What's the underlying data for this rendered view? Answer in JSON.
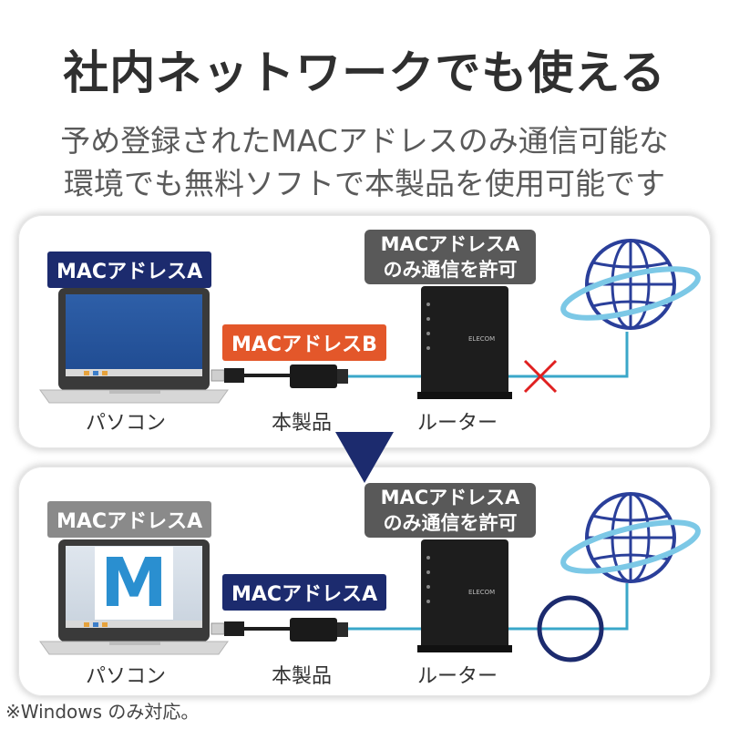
{
  "header": {
    "title": "社内ネットワークでも使える",
    "subtitle_line1": "予め登録されたMACアドレスのみ通信可能な",
    "subtitle_line2": "環境でも無料ソフトで本製品を使用可能です"
  },
  "panel_top": {
    "pc_mac_label": "MACアドレスA",
    "adapter_mac_label": "MACアドレスB",
    "router_label_line1": "MACアドレスA",
    "router_label_line2": "のみ通信を許可",
    "router_brand": "ELECOM",
    "pc_caption": "パソコン",
    "adapter_caption": "本製品",
    "router_caption": "ルーター",
    "result": "blocked"
  },
  "panel_bottom": {
    "pc_mac_label": "MACアドレスA",
    "adapter_mac_label": "MACアドレスA",
    "router_label_line1": "MACアドレスA",
    "router_label_line2": "のみ通信を許可",
    "router_brand": "ELECOM",
    "screen_letter": "M",
    "pc_caption": "パソコン",
    "adapter_caption": "本製品",
    "router_caption": "ルーター",
    "result": "allowed"
  },
  "footnote": "※Windows のみ対応。",
  "colors": {
    "navy": "#1c2b6e",
    "orange": "#e3572a",
    "gray_label": "#8a8a8a",
    "dark_label": "#595959",
    "cable": "#3aa7c9",
    "cross": "#e02020",
    "globe": "#2a3f9a"
  }
}
